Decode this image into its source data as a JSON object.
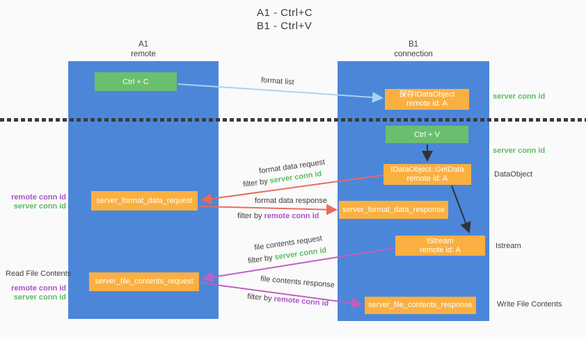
{
  "title": {
    "line1": "A1 - Ctrl+C",
    "line2": "B1 - Ctrl+V"
  },
  "lanes": {
    "left": {
      "name": "A1",
      "role": "remote"
    },
    "right": {
      "name": "B1",
      "role": "connection"
    }
  },
  "nodes": {
    "ctrl_c": {
      "label": "Ctrl + C"
    },
    "save_idataobject": {
      "line1": "保存IDataObject",
      "line2": "remote id: A"
    },
    "ctrl_v": {
      "label": "Ctrl + V"
    },
    "getdata": {
      "line1": "IDataObject::GetData",
      "line2": "remote id: A"
    },
    "format_request": {
      "label": "server_format_data_request"
    },
    "format_response": {
      "label": "server_format_data_response"
    },
    "istream": {
      "line1": "IStream",
      "line2": "remote id: A"
    },
    "file_request": {
      "label": "server_file_contents_request"
    },
    "file_response": {
      "label": "server_file_contents_response"
    }
  },
  "side_labels": {
    "server_conn_id_top": "server conn id",
    "server_conn_id_mid": "server conn id",
    "dataobject": "DataObject",
    "istream": "Istream",
    "write_file_contents": "Write File Contents",
    "read_file_contents": "Read File Contents",
    "remote_conn_id": "remote conn id",
    "server_conn_id": "server conn id"
  },
  "arrow_labels": {
    "format_list": "format list",
    "format_data_request": "format data request",
    "format_data_response": "format data response",
    "file_contents_request": "file contents request",
    "file_contents_response": "file contents response",
    "filter_by": "filter by ",
    "server_conn_id": "server conn id",
    "remote_conn_id": "remote conn id"
  },
  "colors": {
    "lane_blue": "#4c86d9",
    "box_green": "#6abf6e",
    "box_orange": "#fab041",
    "arrow_blue": "#aad3f1",
    "arrow_red": "#e96b5e",
    "arrow_purple": "#bf5fc4",
    "arrow_black": "#333333",
    "text_green": "#5cbb62",
    "text_purple": "#a854c8",
    "text_gray": "#3d3d3d"
  }
}
